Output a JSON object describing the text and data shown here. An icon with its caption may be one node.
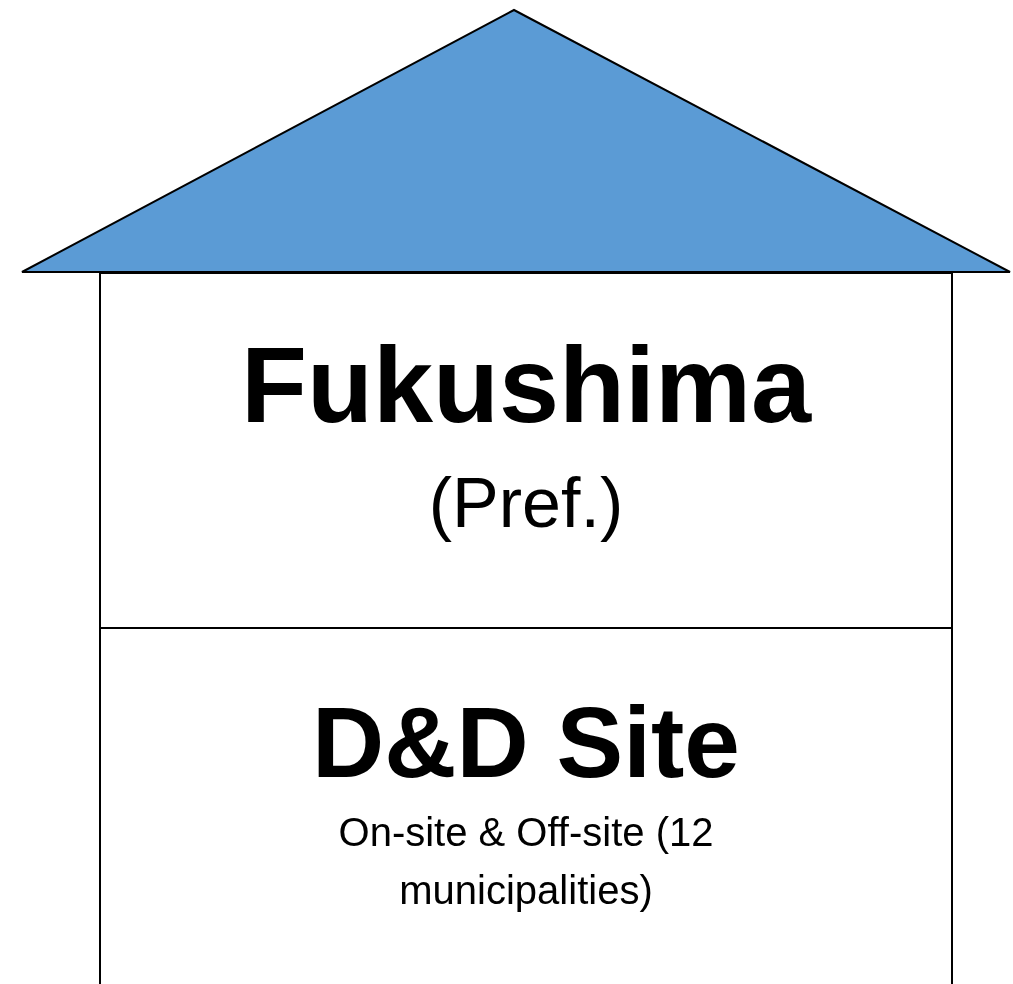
{
  "diagram": {
    "nodes": [
      {
        "text": [
          "Fukushima",
          "(Pref.)"
        ]
      },
      {
        "text": [
          "D&D Site",
          "On-site & Off-site (12 municipalities)"
        ]
      }
    ]
  }
}
